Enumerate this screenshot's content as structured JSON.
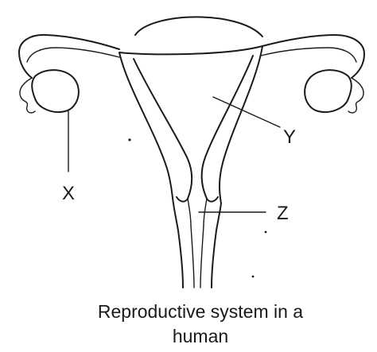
{
  "labels": {
    "x": "X",
    "y": "Y",
    "z": "Z"
  },
  "caption": {
    "line1": "Reproductive system in a",
    "line2": "human"
  }
}
